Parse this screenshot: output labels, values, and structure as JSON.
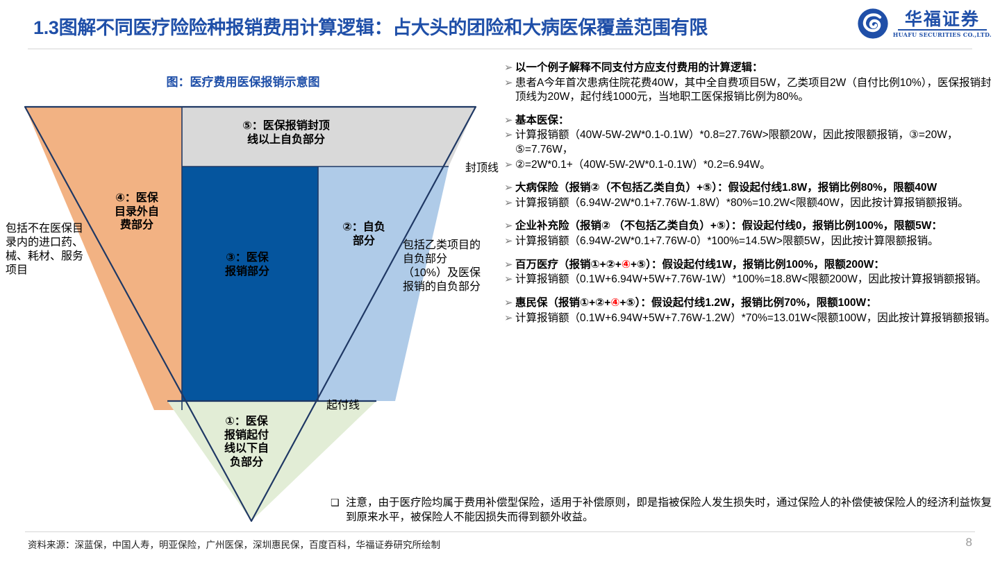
{
  "header": {
    "title": "1.3图解不同医疗险险种报销费用计算逻辑：占大头的团险和大病医保覆盖范围有限",
    "title_color": "#1F4FA8",
    "logo": {
      "icon": "huafu-spiral-logo",
      "cn_name": "华福证券",
      "en_name": "HUAFU SECURITIES CO.,LTD."
    }
  },
  "figure": {
    "title": "图：医疗费用医保报销示意图",
    "colors": {
      "orange": "#F2B283",
      "gray": "#D9D9D9",
      "dark_blue": "#05559E",
      "light_blue": "#AFCBE8",
      "green": "#E2EDD6",
      "outline": "#1F3864"
    },
    "segments": {
      "seg5": "⑤：医保报销封顶\n线以上自负部分",
      "seg4": "④：医保\n目录外自\n费部分",
      "seg3": "③：医保\n报销部分",
      "seg2": "②：自负\n部分",
      "seg1": "①：医保\n报销起付\n线以下自\n负部分"
    },
    "annotations": {
      "cap_line": "封顶线",
      "deductible_line": "起付线",
      "left_note": "包括不在医保目录内的进口药、械、耗材、服务项目",
      "right_note": "包括乙类项目的自负部分（10%）及医保报销的自负部分"
    }
  },
  "panel": {
    "groups": [
      {
        "id": "intro",
        "lines": [
          {
            "bullet": "➢",
            "bold": true,
            "text": "以一个例子解释不同支付方应支付费用的计算逻辑："
          },
          {
            "bullet": "➢",
            "bold": false,
            "text": "患者A今年首次患病住院花费40W，其中全自费项目5W，乙类项目2W（自付比例10%），医保报销封顶线为20W，起付线1000元，当地职工医保报销比例为80%。"
          }
        ]
      },
      {
        "id": "basic-insurance",
        "lines": [
          {
            "bullet": "➢",
            "bold": true,
            "text": "基本医保："
          },
          {
            "bullet": "➢",
            "bold": false,
            "text": "计算报销额（40W-5W-2W*0.1-0.1W）*0.8=27.76W>限额20W，因此按限额报销，③=20W，⑤=7.76W，"
          },
          {
            "bullet": "➢",
            "bold": false,
            "text": "②=2W*0.1+（40W-5W-2W*0.1-0.1W）*0.2=6.94W。"
          }
        ]
      },
      {
        "id": "critical-illness",
        "lines": [
          {
            "bullet": "➢",
            "bold": true,
            "text": "大病保险（报销②（不包括乙类自负）+⑤）：假设起付线1.8W，报销比例80%，限额40W"
          },
          {
            "bullet": "➢",
            "bold": false,
            "text": "计算报销额（6.94W-2W*0.1+7.76W-1.8W）*80%=10.2W<限额40W，因此按计算报销额报销。"
          }
        ]
      },
      {
        "id": "enterprise-supplement",
        "lines": [
          {
            "bullet": "➢",
            "bold": true,
            "text": "企业补充险（报销② （不包括乙类自负）+⑤）：假设起付线0，报销比例100%，限额5W："
          },
          {
            "bullet": "➢",
            "bold": false,
            "text": "计算报销额（6.94W-2W*0.1+7.76W-0）*100%=14.5W>限额5W，因此按计算限额报销。"
          }
        ]
      },
      {
        "id": "million-medical",
        "lines": [
          {
            "bullet": "➢",
            "bold": true,
            "text": "百万医疗（报销①+②+④+⑤）：假设起付线1W，报销比例100%，限额200W：",
            "red_token": "④"
          },
          {
            "bullet": "➢",
            "bold": false,
            "text": "计算报销额（0.1W+6.94W+5W+7.76W-1W）*100%=18.8W<限额200W，因此按计算报销额报销。"
          }
        ]
      },
      {
        "id": "huiminbao",
        "lines": [
          {
            "bullet": "➢",
            "bold": true,
            "text": "惠民保（报销①+②+④+⑤）：假设起付线1.2W，报销比例70%，限额100W：",
            "red_token": "④"
          },
          {
            "bullet": "➢",
            "bold": false,
            "text": "计算报销额（0.1W+6.94W+5W+7.76W-1.2W）*70%=13.01W<限额100W，因此按计算报销额报销。"
          }
        ]
      }
    ]
  },
  "note": {
    "marker": "❑",
    "text": "注意，由于医疗险均属于费用补偿型保险，适用于补偿原则，即是指被保险人发生损失时，通过保险人的补偿使被保险人的经济利益恢复到原来水平，被保险人不能因损失而得到额外收益。"
  },
  "footer": {
    "source": "资料来源：深蓝保，中国人寿，明亚保险，广州医保，深圳惠民保，百度百科，华福证券研究所绘制",
    "page_number": "8"
  }
}
